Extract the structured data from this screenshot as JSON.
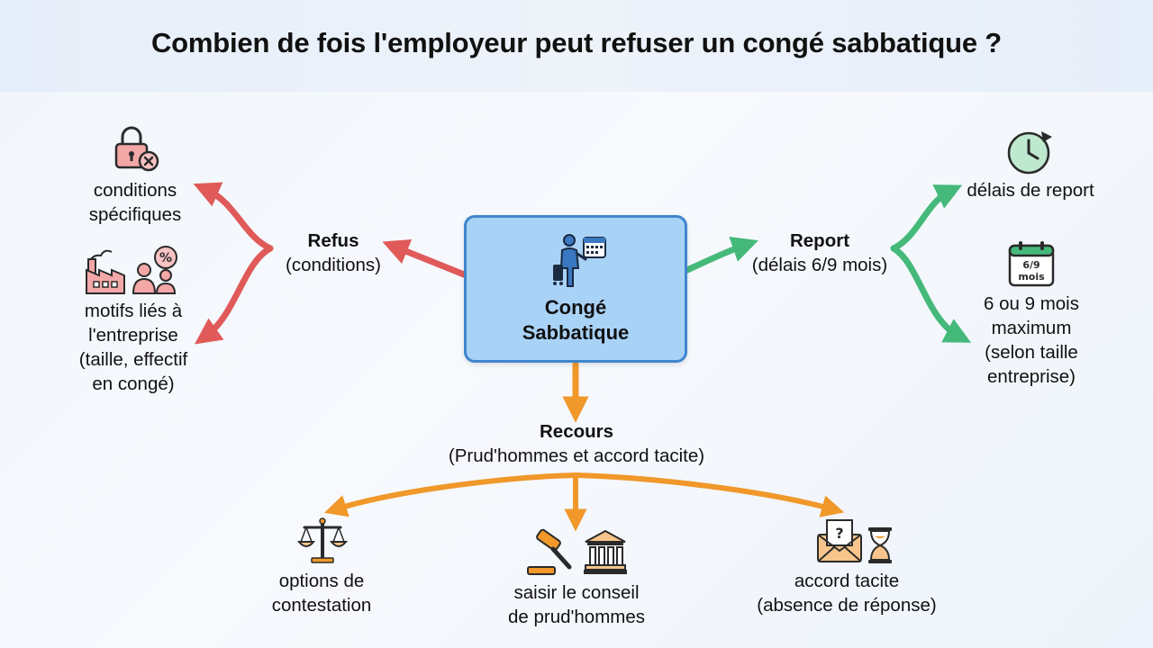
{
  "title": "Combien de fois l'employeur peut refuser un congé sabbatique ?",
  "center": {
    "line1": "Congé",
    "line2": "Sabbatique"
  },
  "refus": {
    "title": "Refus",
    "subtitle": "(conditions)",
    "leaves": [
      {
        "lines": [
          "conditions",
          "spécifiques"
        ]
      },
      {
        "lines": [
          "motifs liés à",
          "l'entreprise",
          "(taille, effectif",
          "en congé)"
        ]
      }
    ]
  },
  "report": {
    "title": "Report",
    "subtitle": "(délais 6/9 mois)",
    "leaves": [
      {
        "lines": [
          "délais de report"
        ]
      },
      {
        "lines": [
          "6 ou 9 mois",
          "maximum",
          "(selon taille",
          "entreprise)"
        ]
      }
    ],
    "calendar_text": [
      "6/9",
      "mois"
    ]
  },
  "recours": {
    "title": "Recours",
    "subtitle": "(Prud'hommes et accord tacite)",
    "leaves": [
      {
        "lines": [
          "options de",
          "contestation"
        ]
      },
      {
        "lines": [
          "saisir le conseil",
          "de prud'hommes"
        ]
      },
      {
        "lines": [
          "accord tacite",
          "(absence de réponse)"
        ]
      }
    ],
    "envelope_mark": "?"
  },
  "colors": {
    "refus": "#e05a5a",
    "report": "#45b97a",
    "recours": "#f0982a",
    "center_fill": "#a9d2f7",
    "center_border": "#3f86cf"
  },
  "icons": [
    "lock-x-icon",
    "factory-people-icon",
    "traveler-calendar-icon",
    "clock-icon",
    "calendar-icon",
    "scales-icon",
    "gavel-icon",
    "courthouse-icon",
    "envelope-question-icon",
    "hourglass-icon"
  ]
}
